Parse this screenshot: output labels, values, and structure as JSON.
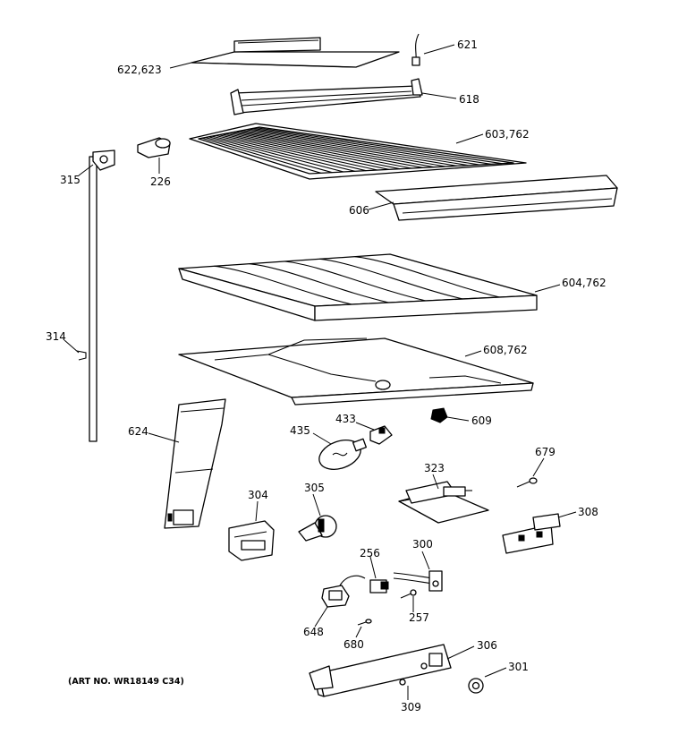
{
  "diagram": {
    "art_number": "(ART NO. WR18149 C34)",
    "callouts": {
      "p621": "621",
      "p622_623": "622,623",
      "p618": "618",
      "p603_762": "603,762",
      "p315": "315",
      "p226": "226",
      "p606": "606",
      "p604_762": "604,762",
      "p314": "314",
      "p608_762": "608,762",
      "p609": "609",
      "p433": "433",
      "p435": "435",
      "p624": "624",
      "p679": "679",
      "p323": "323",
      "p304": "304",
      "p305": "305",
      "p308": "308",
      "p256": "256",
      "p300": "300",
      "p257": "257",
      "p648": "648",
      "p680": "680",
      "p306": "306",
      "p301": "301",
      "p309": "309"
    }
  }
}
